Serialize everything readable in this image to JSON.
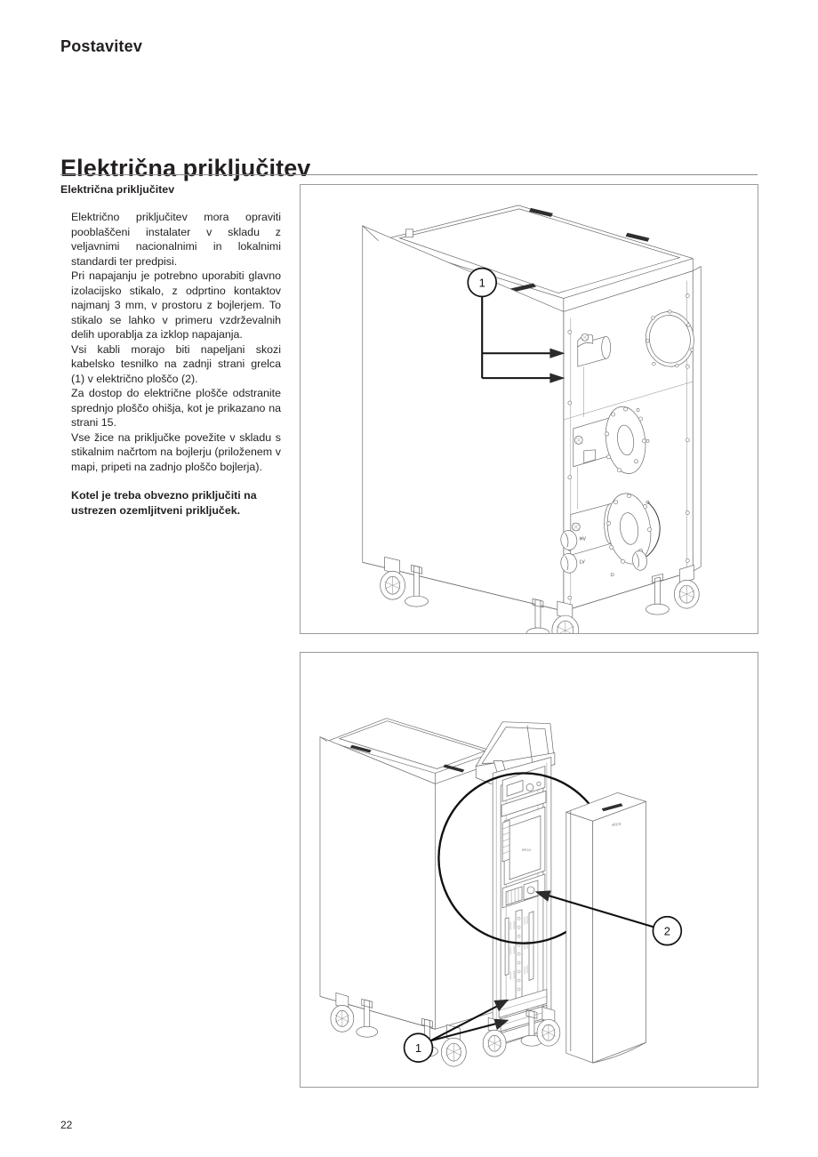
{
  "document": {
    "running_head": "Postavitev",
    "page_number": "22"
  },
  "section": {
    "title": "Električna priključitev",
    "subheading": "Električna priključitev"
  },
  "body": {
    "paragraphs": [
      "Električno priključitev mora opraviti pooblaščeni instalater v skladu z veljavnimi nacionalnimi in lokalnimi standardi ter predpisi.",
      "Pri napajanju je potrebno uporabiti glavno izolacijsko stikalo, z odprtino kontaktov najmanj 3 mm, v prostoru z bojlerjem. To stikalo se lahko v primeru vzdrževalnih delih uporablja za izklop napajanja.",
      "Vsi kabli morajo biti napeljani skozi kabelsko tesnilko na zadnji strani grelca (1) v električno ploščo (2).",
      "Za dostop do električne plošče odstranite sprednjo ploščo ohišja, kot je prikazano na strani 15.",
      "Vse žice na priključke povežite v skladu s stikalnim načrtom na bojlerju (priloženem v mapi, pripeti na zadnjo ploščo bojlerja)."
    ],
    "note": "Kotel je treba obvezno priključiti na ustrezen ozemljitveni priključek."
  },
  "figures": {
    "top": {
      "name": "rear-view-boiler-cable-glands",
      "callouts": [
        {
          "id": "1",
          "label": "1"
        }
      ],
      "labels": [
        {
          "text": "HV",
          "meaning": "high-voltage-cable-gland"
        },
        {
          "text": "LV",
          "meaning": "low-voltage-cable-gland"
        }
      ]
    },
    "bottom": {
      "name": "front-panel-removed-electrical-board",
      "callouts": [
        {
          "id": "1",
          "label": "1"
        },
        {
          "id": "2",
          "label": "2"
        }
      ],
      "labels": [
        {
          "text": "elco",
          "meaning": "brand-logo"
        }
      ]
    }
  },
  "colors": {
    "text": "#231f20",
    "rule": "#8c8c8c",
    "figure_border": "#9a9a9a",
    "line_art": "#3a3a3a",
    "callout": "#111111"
  }
}
